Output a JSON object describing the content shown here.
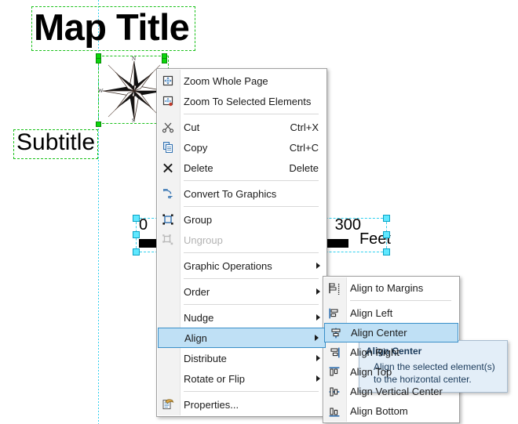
{
  "app": {
    "kind": "gis-layout-view"
  },
  "map": {
    "title": "Map Title",
    "subtitle": "Subtitle",
    "north_arrow": {
      "icon": "compass-rose-icon",
      "label_n": "N",
      "label_w": "W",
      "label_s": "S"
    },
    "scalebar": {
      "start_label": "0",
      "end_label": "300",
      "units_label": "Feet"
    },
    "guide_color": "#2fd0ef",
    "selection_green": "#19c119",
    "selection_cyan": "#2fd0ef"
  },
  "context_menu": {
    "items": [
      {
        "label": "Zoom Whole Page",
        "icon": "zoom-whole-page-icon",
        "accel": "",
        "submenu": false,
        "disabled": false,
        "highlighted": false
      },
      {
        "label": "Zoom To Selected Elements",
        "icon": "zoom-to-selected-icon",
        "accel": "",
        "submenu": false,
        "disabled": false,
        "highlighted": false
      },
      {
        "separator": true
      },
      {
        "label": "Cut",
        "icon": "scissors-icon",
        "accel": "Ctrl+X",
        "submenu": false,
        "disabled": false,
        "highlighted": false
      },
      {
        "label": "Copy",
        "icon": "copy-icon",
        "accel": "Ctrl+C",
        "submenu": false,
        "disabled": false,
        "highlighted": false
      },
      {
        "label": "Delete",
        "icon": "delete-x-icon",
        "accel": "Delete",
        "submenu": false,
        "disabled": false,
        "highlighted": false
      },
      {
        "separator": true
      },
      {
        "label": "Convert To Graphics",
        "icon": "convert-to-graphics-icon",
        "accel": "",
        "submenu": false,
        "disabled": false,
        "highlighted": false
      },
      {
        "separator": true
      },
      {
        "label": "Group",
        "icon": "group-icon",
        "accel": "",
        "submenu": false,
        "disabled": false,
        "highlighted": false
      },
      {
        "label": "Ungroup",
        "icon": "ungroup-icon",
        "accel": "",
        "submenu": false,
        "disabled": true,
        "highlighted": false
      },
      {
        "separator": true
      },
      {
        "label": "Graphic Operations",
        "icon": "",
        "accel": "",
        "submenu": true,
        "disabled": false,
        "highlighted": false
      },
      {
        "separator": true
      },
      {
        "label": "Order",
        "icon": "",
        "accel": "",
        "submenu": true,
        "disabled": false,
        "highlighted": false
      },
      {
        "separator": true
      },
      {
        "label": "Nudge",
        "icon": "",
        "accel": "",
        "submenu": true,
        "disabled": false,
        "highlighted": false
      },
      {
        "label": "Align",
        "icon": "",
        "accel": "",
        "submenu": true,
        "disabled": false,
        "highlighted": true
      },
      {
        "label": "Distribute",
        "icon": "",
        "accel": "",
        "submenu": true,
        "disabled": false,
        "highlighted": false
      },
      {
        "label": "Rotate or Flip",
        "icon": "",
        "accel": "",
        "submenu": true,
        "disabled": false,
        "highlighted": false
      },
      {
        "separator": true
      },
      {
        "label": "Properties...",
        "icon": "properties-icon",
        "accel": "",
        "submenu": false,
        "disabled": false,
        "highlighted": false
      }
    ]
  },
  "align_submenu": {
    "items": [
      {
        "label": "Align to Margins",
        "icon": "align-to-margins-icon",
        "highlighted": false
      },
      {
        "separator": true
      },
      {
        "label": "Align Left",
        "icon": "align-left-icon",
        "highlighted": false
      },
      {
        "label": "Align Center",
        "icon": "align-center-icon",
        "highlighted": true
      },
      {
        "label": "Align Right",
        "icon": "align-right-icon",
        "highlighted": false
      },
      {
        "label": "Align Top",
        "icon": "align-top-icon",
        "highlighted": false
      },
      {
        "label": "Align Vertical Center",
        "icon": "align-vertical-center-icon",
        "highlighted": false
      },
      {
        "label": "Align Bottom",
        "icon": "align-bottom-icon",
        "highlighted": false
      }
    ]
  },
  "tooltip": {
    "title": "Align Center",
    "body": "Align the selected element(s) to the horizontal center."
  },
  "cursor": {
    "icon": "mouse-pointer-icon"
  }
}
